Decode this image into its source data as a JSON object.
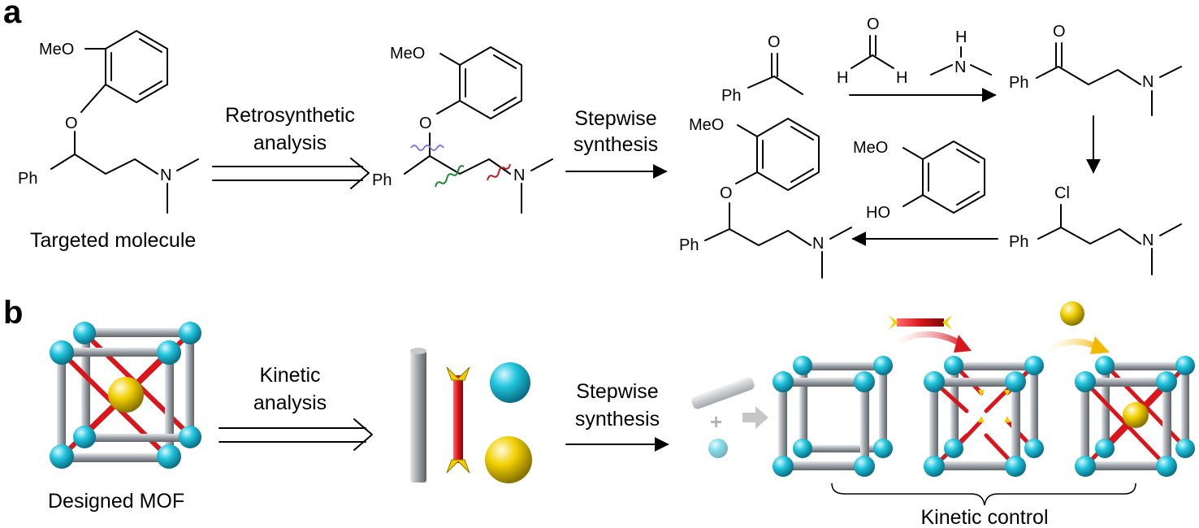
{
  "panel_a": {
    "label": "a",
    "targeted_caption": "Targeted molecule",
    "retro_arrow_line1": "Retrosynthetic",
    "retro_arrow_line2": "analysis",
    "stepwise_line1": "Stepwise",
    "stepwise_line2": "synthesis",
    "atoms": {
      "meo": "MeO",
      "o": "O",
      "ph": "Ph",
      "n": "N",
      "h": "H",
      "cl": "Cl",
      "ho": "HO"
    },
    "cut_colors": {
      "blue": "#7d7de0",
      "green": "#1f8a3a",
      "red": "#c01f2a"
    }
  },
  "panel_b": {
    "label": "b",
    "mof_caption": "Designed MOF",
    "kinetic_line1": "Kinetic",
    "kinetic_line2": "analysis",
    "stepwise_line1": "Stepwise",
    "stepwise_line2": "synthesis",
    "plus_symbol": "+",
    "kinetic_control": "Kinetic control",
    "colors": {
      "node": "#20c4dc",
      "rod": "#9aa0a6",
      "linker": "#d8161c",
      "center": "#f1d000",
      "arrow_red": "#d8161c",
      "arrow_yellow": "#f2b800"
    }
  }
}
